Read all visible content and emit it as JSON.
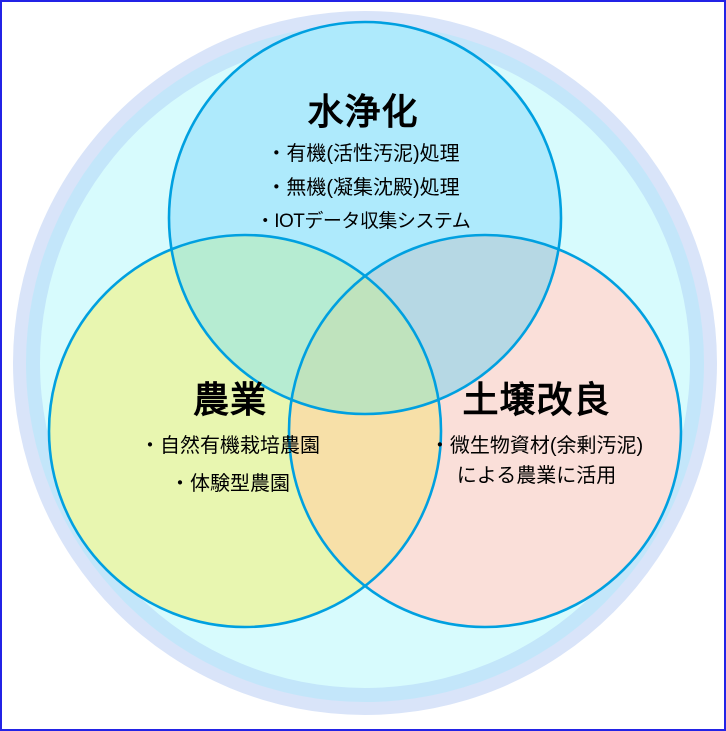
{
  "diagram": {
    "type": "venn-3-circle",
    "frame_border_color": "#2323e6",
    "background_color": "#ffffff",
    "outer_circle": {
      "name": "outer-halo-circle",
      "ring_outer_color": "#d9e4f9",
      "ring_inner_color": "#c3e6fa",
      "fill_color": "#d7fbfd"
    },
    "circle_stroke_color": "#00a0e0",
    "groups": [
      {
        "id": "water",
        "title": "水浄化",
        "fill_color": "#aeeafc",
        "items": [
          "・有機(活性汚泥)処理",
          "・無機(凝集沈殿)処理",
          "・IOTデータ収集システム"
        ]
      },
      {
        "id": "agriculture",
        "title": "農業",
        "fill_color": "#e8f6b0",
        "items": [
          "・自然有機栽培農園",
          "・体験型農園"
        ]
      },
      {
        "id": "soil",
        "title": "土壌改良",
        "fill_color": "#fadfd9",
        "items": [
          "・微生物資材(余剰汚泥)"
        ],
        "continuation": [
          "による農業に活用"
        ]
      }
    ],
    "intersections": [
      {
        "name": "water-agriculture",
        "color": "#b6ecd2"
      },
      {
        "name": "water-soil",
        "color": "#b6d8e4"
      },
      {
        "name": "agriculture-soil",
        "color": "#f7e0a8"
      },
      {
        "name": "all-three",
        "color": "#bfe3bd"
      }
    ]
  }
}
